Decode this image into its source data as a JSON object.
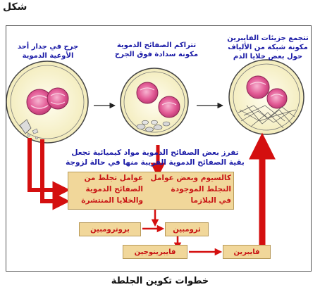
{
  "page_label": "شكل",
  "stages": [
    {
      "label_line1": "جرح في جدار أحد",
      "label_line2": "الأوعية الدموية"
    },
    {
      "label_line1": "تتراكم الصفائح الدموية",
      "label_line2": "مكونة سدادة فوق الجرح"
    },
    {
      "label_line1": "تتجمع جزيئات الفايبرين",
      "label_line2": "مكونة شبكة من الألياف",
      "label_line3": "حول بعض خلايا الدم"
    }
  ],
  "chemical_note": {
    "line1": "تفرز بعض الصفائح الدموية مواد كيميائية تجعل",
    "line2": "بقية الصفائح الدموية القريبة منها في حالة لزوجة"
  },
  "factors_box": {
    "right_line1": "عوامل تجلط من",
    "right_line2": "الصفائح الدموية",
    "right_line3": "والخلايا المنتشرة",
    "left_line1": "كالسيوم وبعض عوامل",
    "left_line2": "التجلط الموجودة",
    "left_line3": "في البلازما"
  },
  "steps": {
    "prothrombin": "بروترومبين",
    "thrombin": "ثرومبين",
    "fibrinogen": "فايبرينوجين",
    "fibrin": "فايبرين"
  },
  "caption": "خطوات تكوين الجلطة",
  "colors": {
    "arrow_red": "#d40f0f",
    "box_tan": "#f1d79a",
    "label_blue": "#1a1aa6",
    "cell_pink": "#e25a95",
    "vessel_fill": "#fbf6ce"
  }
}
